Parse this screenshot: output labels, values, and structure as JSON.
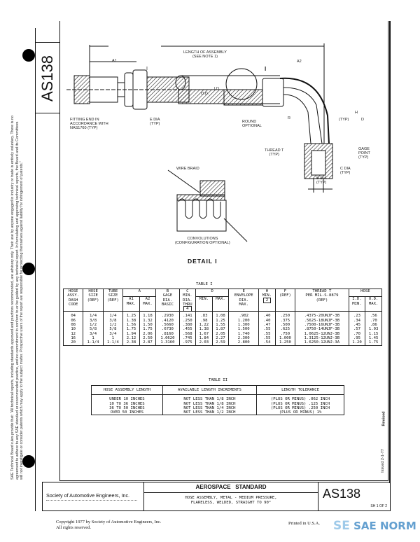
{
  "document": {
    "number": "AS138",
    "disclaimer": "SAE Technical Board rules provide that: \"All technical reports, including standards approved and practices recommended, are advisory only. Their use by anyone engaged in industry or trade is entirely voluntary. There is no agreement to adhere to any SAE standard or recommended practice, and no commitment to conform to or be guided by any technical report. In formulating and approving technical reports, the Board and its Committees will not investigate or consider patents which may apply to the subject matter. Prospective users of the report are responsible for protecting themselves against liability for infringement of patents.\"",
    "issued": "Issued 2-1-77",
    "revised": "Revised"
  },
  "drawing": {
    "length_of_assembly": "LENGTH OF ASSEMBLY\n(SEE NOTE 1)",
    "a1": "A1",
    "a2": "A2",
    "detail_ref_left": "I",
    "detail_ref_right": "I",
    "fitting_end": "FITTING END IN\nACCORDANCE WITH\nNAS1760 (TYP)",
    "e_dia": "E DIA\n(TYP)",
    "od": "O.D.",
    "id": "I.D.",
    "round_optional": "ROUND\nOPTIONAL",
    "r": "R",
    "h_typ": "(TYP)",
    "h": "H",
    "d": "D",
    "thread_t": "THREAD T\n(TYP)",
    "gage_point": "GAGE\nPOINT\n(TYP)",
    "c_dia": "C DIA\n(TYP)",
    "b_dia": "B DIA\n(TYP)",
    "wire_braid": "WIRE BRAID",
    "convolutions": "CONVOLUTIONS\n(CONFIGURATION OPTIONAL)",
    "detail_title": "DETAIL  I"
  },
  "table1": {
    "caption": "TABLE I",
    "headers": {
      "dash": "HOSE\nASSY.\nDASH\nCODE",
      "hose_size": "HOSE\nSIZE\n(REF)",
      "tube_size": "TUBE\nSIZE\n(REF)",
      "a": "A",
      "a1": "A1\nMAX.",
      "a2": "A2\nMAX.",
      "b": "B\nGAGE\nDIA.\nBASIC",
      "c": "C\nMIN.\nDIA.\nTHRU",
      "c_note": "4",
      "d": "D",
      "d_min": "MIN.",
      "d_max": "MAX.",
      "e": "E\nENVELOPE\nDIA.\nMAX.",
      "h": "H\nMIN.",
      "h_note": "2",
      "f": "F\n(REF)",
      "thread": "THREAD T\nPER MIL-S-8879\n(REF)",
      "hose": "HOSE",
      "hose_id": "I.D.\nMIN.",
      "hose_od": "O.D.\nMAX."
    },
    "rows": [
      [
        "04",
        "1/4",
        "1/4",
        "1.25",
        "1.18",
        ".2930",
        ".141",
        ".83",
        "1.08",
        ".902",
        ".40",
        ".250",
        ".4375-20UNJF-3B",
        ".23",
        ".56"
      ],
      [
        "06",
        "3/8",
        "3/8",
        "1.38",
        "1.32",
        ".4120",
        ".250",
        ".98",
        "1.25",
        "1.200",
        ".40",
        ".375",
        ".5625-18UNJF-3B",
        ".34",
        ".70"
      ],
      [
        "08",
        "1/2",
        "1/2",
        "1.56",
        "1.50",
        ".5660",
        ".380",
        "1.22",
        "1.55",
        "1.300",
        ".47",
        ".500",
        ".7500-16UNJF-3B",
        ".45",
        ".86"
      ],
      [
        "10",
        "5/8",
        "5/8",
        "1.75",
        "1.75",
        ".6730",
        ".455",
        "1.38",
        "1.87",
        "1.500",
        ".55",
        ".625",
        ".8750-14UNJF-3B",
        ".57",
        "1.03"
      ],
      [
        "12",
        "3/4",
        "3/4",
        "1.94",
        "2.06",
        ".8160",
        ".568",
        "1.67",
        "2.05",
        "1.740",
        ".55",
        ".750",
        "1.0625-12UNJ-3B",
        ".70",
        "1.15"
      ],
      [
        "16",
        "1",
        "1",
        "2.12",
        "2.50",
        "1.0620",
        ".745",
        "1.84",
        "2.27",
        "2.300",
        ".55",
        "1.000",
        "1.3125-12UNJ-3B",
        ".95",
        "1.45"
      ],
      [
        "20",
        "1-1/4",
        "1-1/4",
        "2.38",
        "2.87",
        "1.3160",
        ".975",
        "2.03",
        "2.59",
        "2.800",
        ".54",
        "1.250",
        "1.6250-12UNJ-3A",
        "1.20",
        "1.75"
      ]
    ]
  },
  "table2": {
    "caption": "TABLE II",
    "headers": [
      "HOSE ASSEMBLY LENGTH",
      "AVAILABLE LENGTH INCREMENTS",
      "LENGTH TOLERANCE"
    ],
    "rows": [
      [
        "UNDER 10 INCHES",
        "NOT LESS THAN 1/8 INCH",
        "(PLUS OR MINUS) .062 INCH"
      ],
      [
        "10 TO 36 INCHES",
        "NOT LESS THAN 1/8 INCH",
        "(PLUS OR MINUS) .125 INCH"
      ],
      [
        "36 TO 50 INCHES",
        "NOT LESS THAN 1/4 INCH",
        "(PLUS OR MINUS) .250 INCH"
      ],
      [
        "OVER 50 INCHES",
        "NOT LESS THAN 1/2 INCH",
        "(PLUS OR MINUS) 1%"
      ]
    ]
  },
  "title_block": {
    "organization": "Society of Automotive Engineers, Inc.",
    "category": "AEROSPACE   STANDARD",
    "title": "HOSE ASSEMBLY, METAL - MEDIUM PRESSURE,\nFLARELESS, WELDED, STRAIGHT TO 90°",
    "number": "AS138",
    "sheet": "SH 1 OF 2"
  },
  "footer": {
    "copyright": "Copyright 1977 by Society of Automotive Engineers, Inc.",
    "rights": "All rights reserved.",
    "printed": "Printed in U.S.A.",
    "watermark": "SAE NORM"
  }
}
